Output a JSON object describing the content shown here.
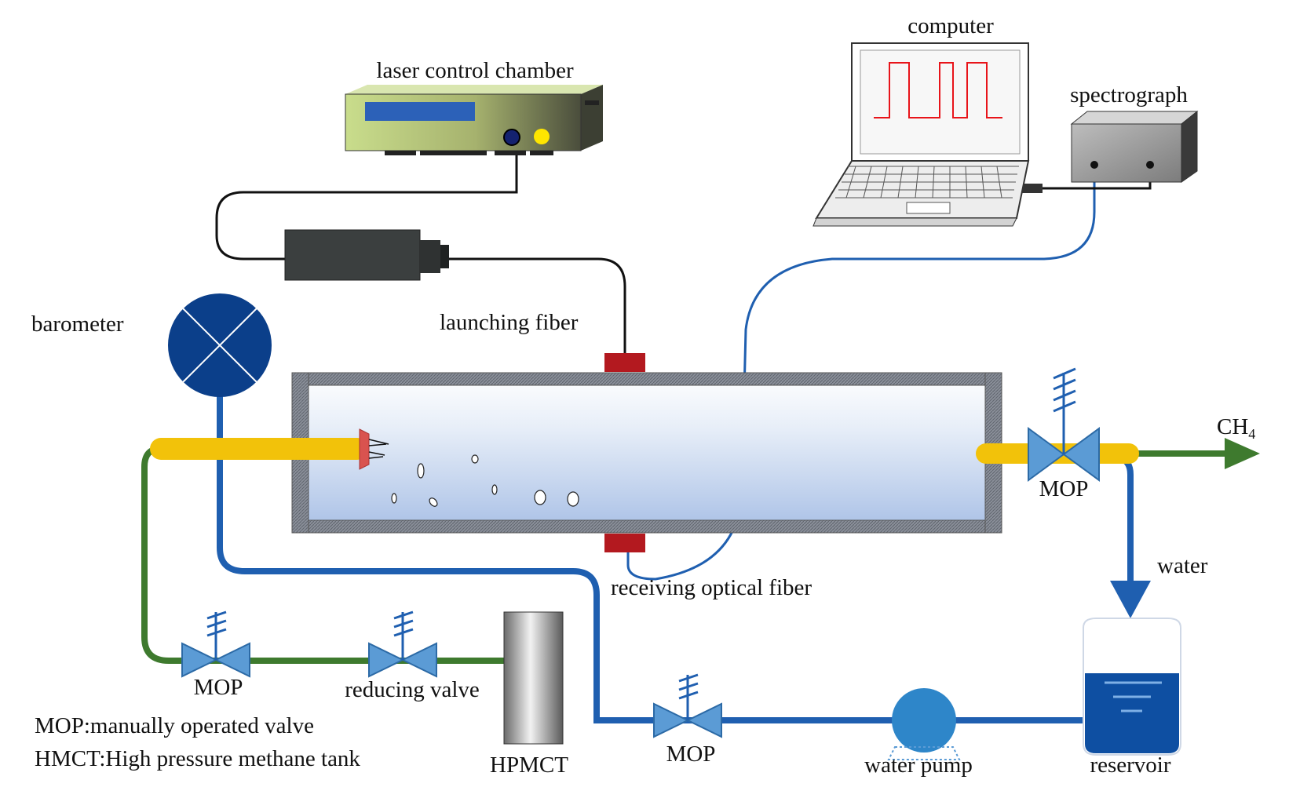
{
  "labels": {
    "computer": "computer",
    "laser_control_chamber": "laser control chamber",
    "spectrograph": "spectrograph",
    "barometer": "barometer",
    "launching_fiber": "launching fiber",
    "receiving_optical_fiber": "receiving optical fiber",
    "ch4_base": "CH",
    "ch4_sub": "4",
    "water": "water",
    "mop_outlet": "MOP",
    "mop_gas": "MOP",
    "reducing_valve": "reducing valve",
    "hpmct": "HPMCT",
    "mop_water": "MOP",
    "water_pump": "water pump",
    "reservoir": "reservoir"
  },
  "legend": {
    "mop": "MOP:manually operated valve",
    "hmct": "HMCT:High pressure methane tank"
  },
  "colors": {
    "water_line": "#1f5fb0",
    "gas_line": "#3e7a2e",
    "heater_tube": "#f2c20a",
    "fiber_port": "#b3191f",
    "valve": "#5b9bd5",
    "barometer": "#0b3f8a",
    "signal": "#e8141a"
  }
}
